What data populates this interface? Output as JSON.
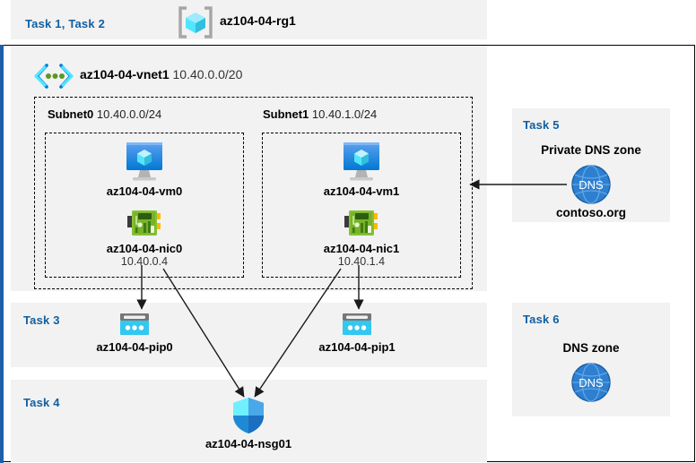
{
  "resource_group": {
    "task_label": "Task 1, Task 2",
    "name": "az104-04-rg1",
    "icon": "resource-group-cube-icon"
  },
  "vnet": {
    "name": "az104-04-vnet1",
    "cidr": "10.40.0.0/20",
    "icon": "virtual-network-icon"
  },
  "subnets": [
    {
      "name": "Subnet0",
      "cidr": "10.40.0.0/24",
      "vm": {
        "name": "az104-04-vm0",
        "icon": "virtual-machine-icon"
      },
      "nic": {
        "name": "az104-04-nic0",
        "ip": "10.40.0.4",
        "icon": "network-interface-icon"
      }
    },
    {
      "name": "Subnet1",
      "cidr": "10.40.1.0/24",
      "vm": {
        "name": "az104-04-vm1",
        "icon": "virtual-machine-icon"
      },
      "nic": {
        "name": "az104-04-nic1",
        "ip": "10.40.1.4",
        "icon": "network-interface-icon"
      }
    }
  ],
  "task3": {
    "task_label": "Task 3",
    "pips": [
      {
        "name": "az104-04-pip0",
        "icon": "public-ip-address-icon"
      },
      {
        "name": "az104-04-pip1",
        "icon": "public-ip-address-icon"
      }
    ]
  },
  "task4": {
    "task_label": "Task 4",
    "nsg": {
      "name": "az104-04-nsg01",
      "icon": "network-security-group-shield-icon"
    }
  },
  "task5": {
    "task_label": "Task 5",
    "title": "Private DNS zone",
    "zone_name": "contoso.org",
    "icon": "dns-globe-icon",
    "icon_text": "DNS"
  },
  "task6": {
    "task_label": "Task 6",
    "title": "DNS zone",
    "icon": "dns-globe-icon",
    "icon_text": "DNS"
  },
  "colors": {
    "task_label_blue": "#115fa0",
    "panel_grey": "#f2f2f2",
    "accent_blue": "#1f5fa9",
    "azure_cyan": "#32c8f0",
    "nic_green": "#59a03a",
    "dns_blue": "#2f7fd1"
  }
}
